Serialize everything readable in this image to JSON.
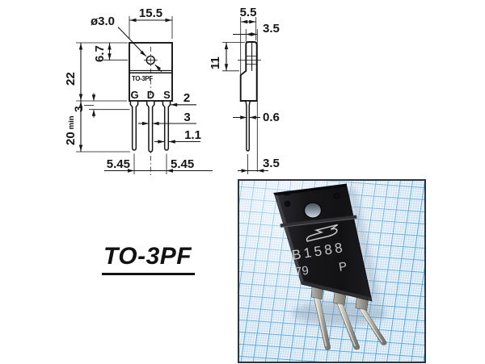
{
  "package_label": "TO-3PF",
  "drawing": {
    "front": {
      "body_width": "15.5",
      "hole_dia": "ø3.0",
      "hole_offset": "6.7",
      "body_height": "22",
      "lead_length": "20",
      "lead_length_suffix": "min",
      "body_marking": "TO-3PF",
      "pin1": "G",
      "pin2": "D",
      "pin3": "S",
      "shoulder_width": "2",
      "center_width": "3",
      "shoulder_length": "3",
      "lead_width": "1.1",
      "pitch_left": "5.45",
      "pitch_right": "5.45"
    },
    "side": {
      "body_depth": "5.5",
      "tab_thickness": "3.5",
      "tab_height": "11",
      "lead_thickness": "0.6",
      "lead_offset": "3.5"
    }
  },
  "photo": {
    "logo_icon": "sanken-logo",
    "marking_model": "B1588",
    "marking_lot": "79",
    "marking_grade": "P"
  },
  "colors": {
    "line": "#151515",
    "paper_major": "#5aa7da",
    "paper_minor": "#aacfe9",
    "paper_bg": "#eef5fb",
    "package_body": "#17171a",
    "pin_metal": "#b8b8b0"
  }
}
